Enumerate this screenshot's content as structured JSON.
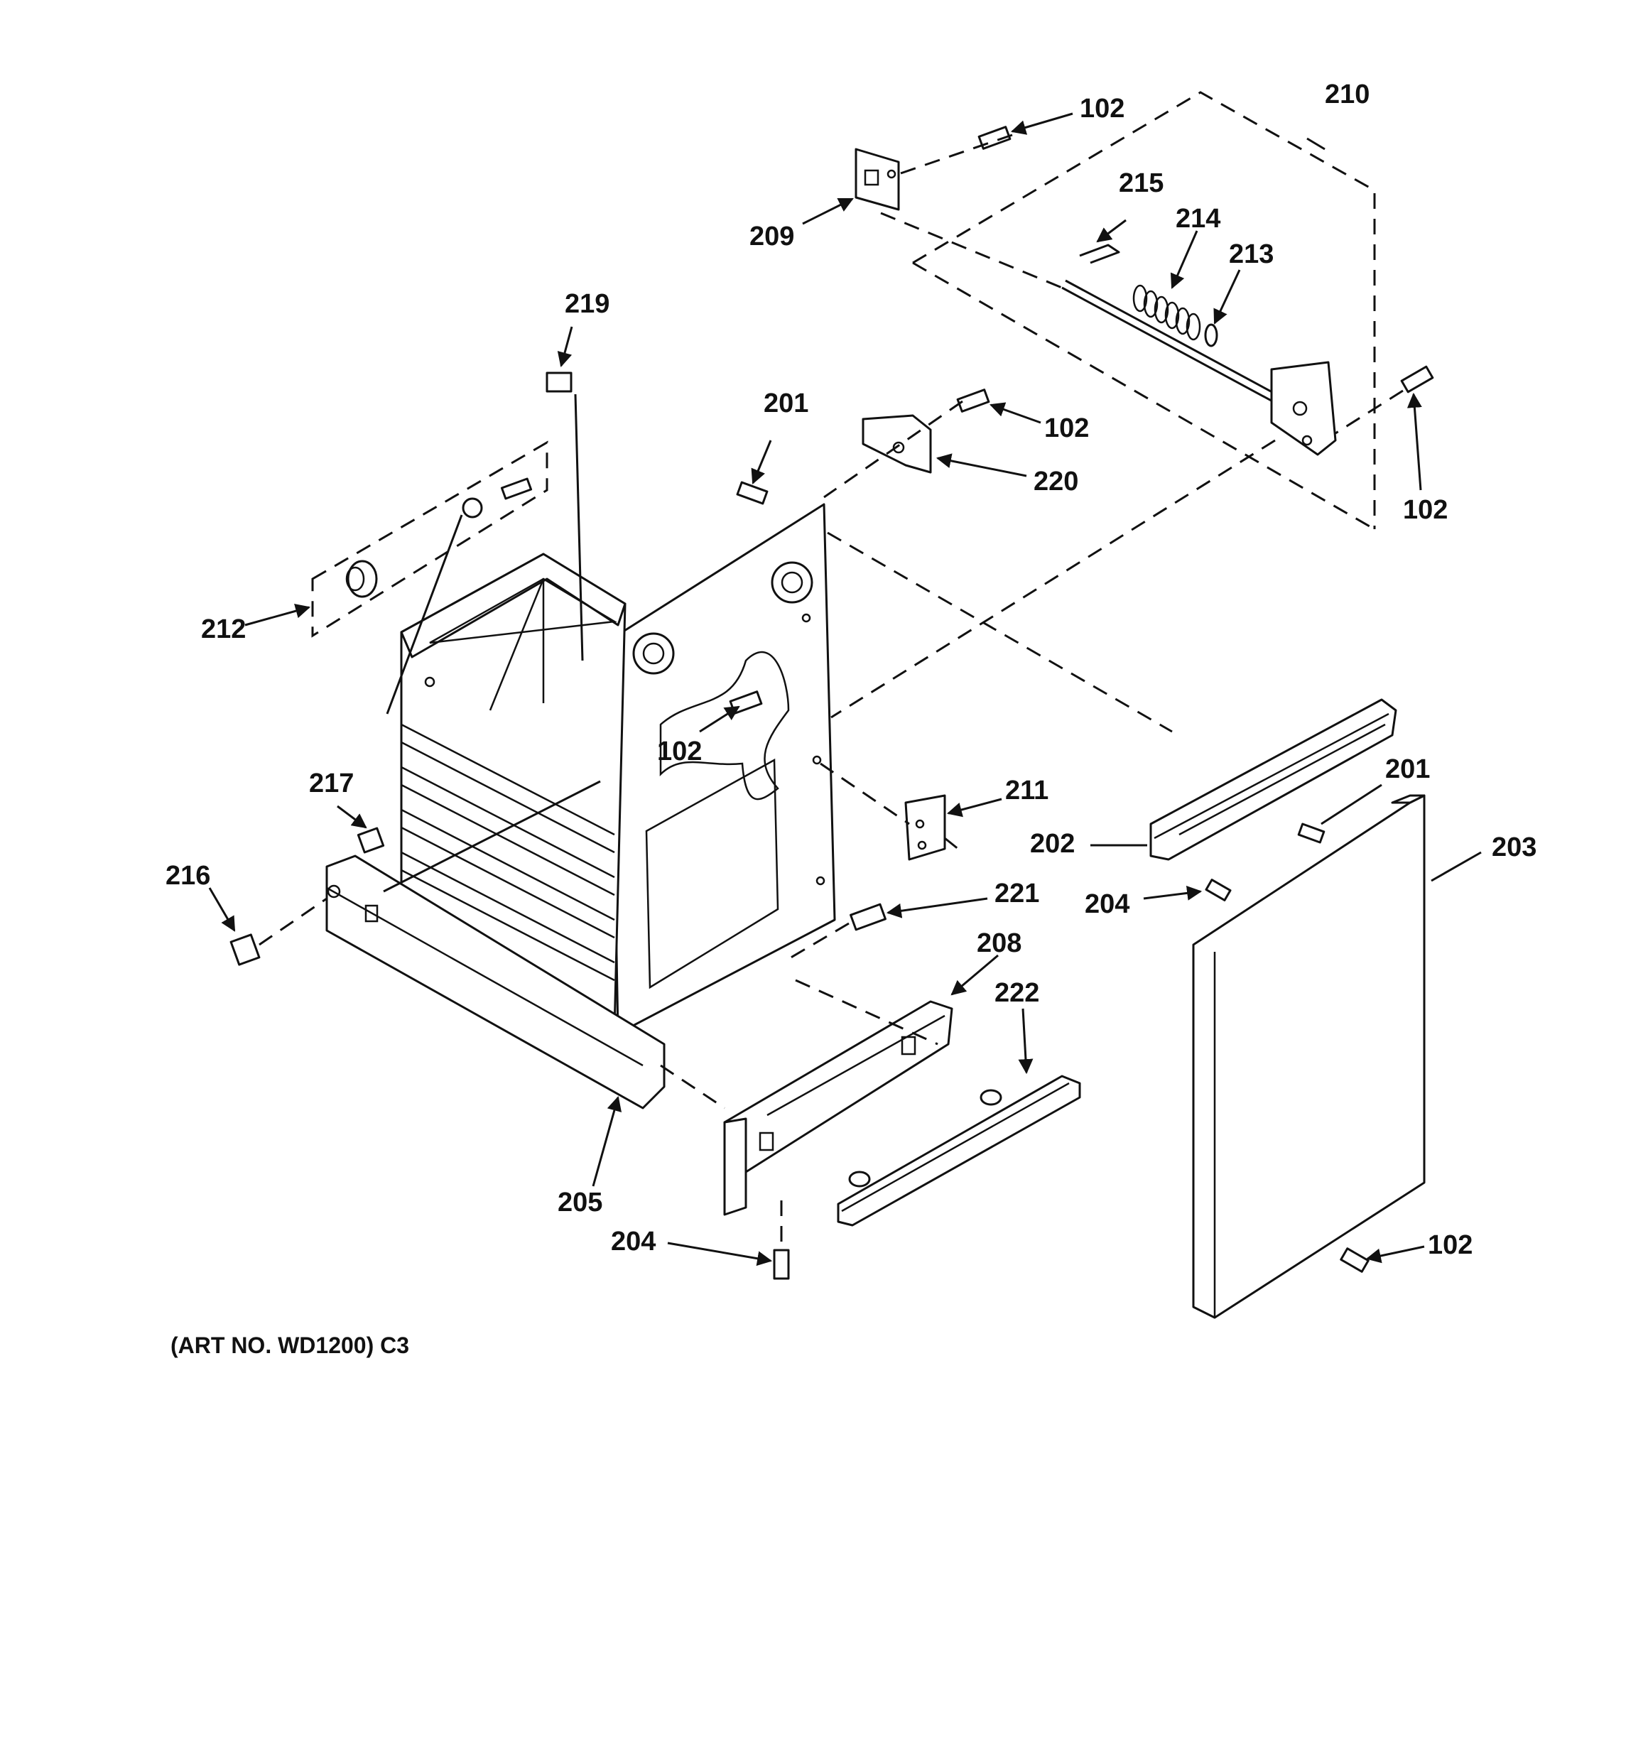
{
  "diagram": {
    "art_number": "(ART NO. WD1200) C3",
    "callouts": [
      {
        "id": "c102a",
        "label": "102"
      },
      {
        "id": "c210",
        "label": "210"
      },
      {
        "id": "c209",
        "label": "209"
      },
      {
        "id": "c215",
        "label": "215"
      },
      {
        "id": "c214",
        "label": "214"
      },
      {
        "id": "c213",
        "label": "213"
      },
      {
        "id": "c219",
        "label": "219"
      },
      {
        "id": "c201a",
        "label": "201"
      },
      {
        "id": "c102b",
        "label": "102"
      },
      {
        "id": "c220",
        "label": "220"
      },
      {
        "id": "c102c",
        "label": "102"
      },
      {
        "id": "c212",
        "label": "212"
      },
      {
        "id": "c102d",
        "label": "102"
      },
      {
        "id": "c211",
        "label": "211"
      },
      {
        "id": "c217",
        "label": "217"
      },
      {
        "id": "c216",
        "label": "216"
      },
      {
        "id": "c201b",
        "label": "201"
      },
      {
        "id": "c202",
        "label": "202"
      },
      {
        "id": "c203",
        "label": "203"
      },
      {
        "id": "c204a",
        "label": "204"
      },
      {
        "id": "c221",
        "label": "221"
      },
      {
        "id": "c208",
        "label": "208"
      },
      {
        "id": "c222",
        "label": "222"
      },
      {
        "id": "c205",
        "label": "205"
      },
      {
        "id": "c204b",
        "label": "204"
      },
      {
        "id": "c102e",
        "label": "102"
      }
    ]
  }
}
